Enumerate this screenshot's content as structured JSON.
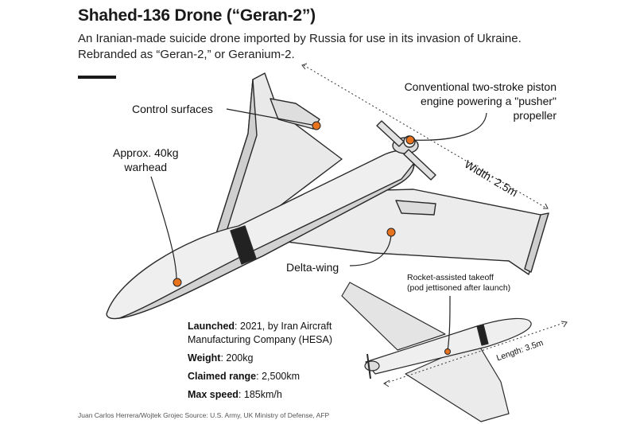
{
  "header": {
    "title": "Shahed-136 Drone (“Geran-2”)",
    "subtitle_line1": "An Iranian-made suicide drone imported by Russia for use in its invasion of Ukraine.",
    "subtitle_line2": "Rebranded as “Geran-2,” or Geranium-2."
  },
  "callouts": {
    "control_surfaces": "Control surfaces",
    "warhead_line1": "Approx. 40kg",
    "warhead_line2": "warhead",
    "engine_line1": "Conventional two-stroke piston",
    "engine_line2": "engine powering a \"pusher\"",
    "engine_line3": "propeller",
    "delta_wing": "Delta-wing",
    "rocket_line1": "Rocket-assisted takeoff",
    "rocket_line2": "(pod jettisoned after launch)",
    "width": "Width: 2.5m",
    "length": "Length: 3.5m"
  },
  "specs": [
    {
      "label": "Launched",
      "value": ": 2021, by Iran Aircraft"
    },
    {
      "label": "",
      "value": "Manufacturing Company (HESA)"
    },
    {
      "label": "Weight",
      "value": ": 200kg"
    },
    {
      "label": "Claimed range",
      "value": ": 2,500km"
    },
    {
      "label": "Max speed",
      "value": ": 185km/h"
    }
  ],
  "credit": "Juan Carlos Herrera/Wojtek Grojec Source: U.S. Army, UK Ministry of Defense, AFP",
  "colors": {
    "accent": "#e8731e",
    "body_fill": "#ececec",
    "shadow_fill": "#cfcfcf",
    "outline": "#2a2a2a"
  }
}
